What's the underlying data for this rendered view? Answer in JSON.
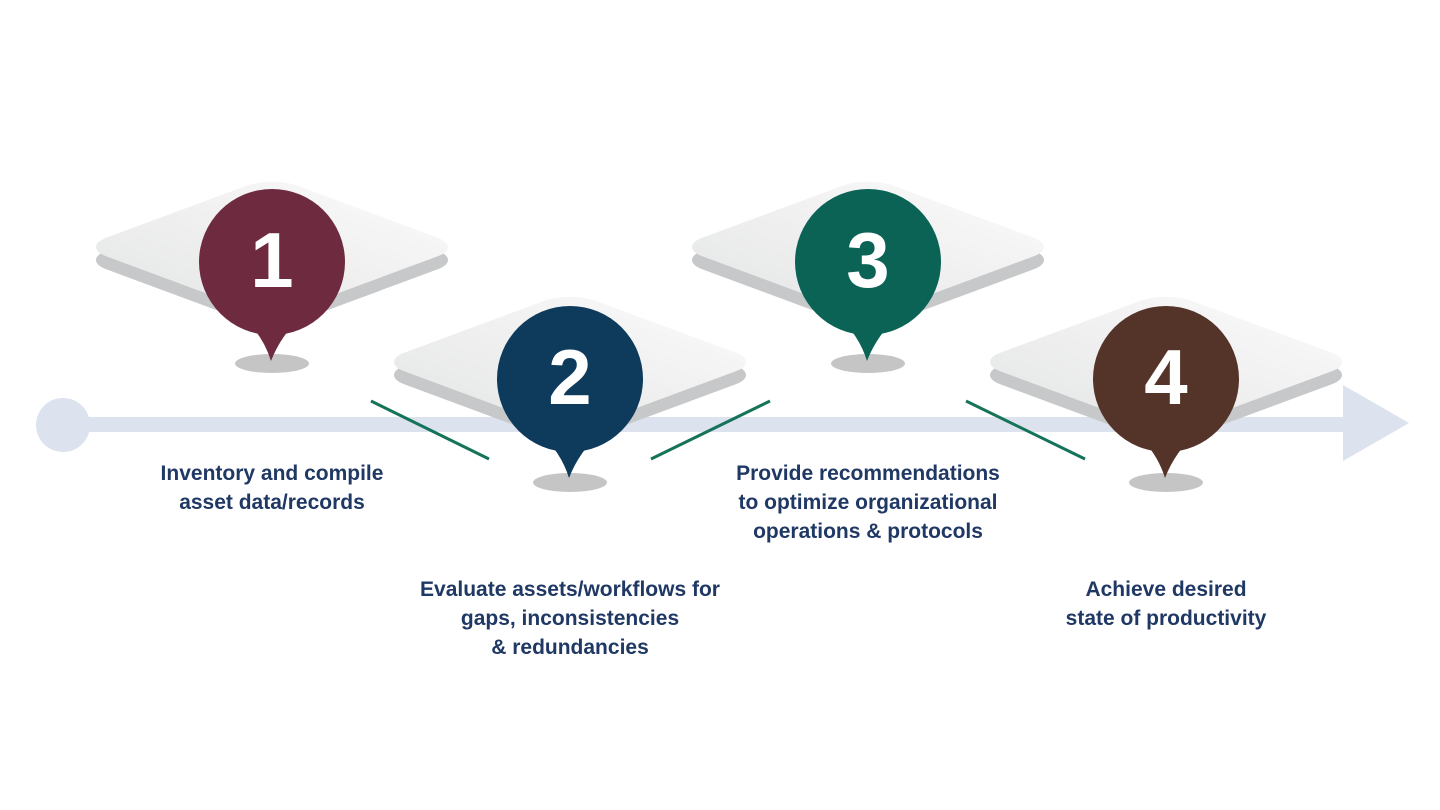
{
  "palette": {
    "background": "#ffffff",
    "track": "#dce2ee",
    "connector": "#15735a",
    "platform_top": "#f2f2f2",
    "platform_side": "#c7c8c9",
    "pin_shadow": "#c5c5c5",
    "label_text": "#1f3864",
    "number_text": "#ffffff"
  },
  "steps": [
    {
      "number": "1",
      "color": "#6e2a3f",
      "lines": [
        "Inventory and compile",
        "asset data/records"
      ]
    },
    {
      "number": "2",
      "color": "#0e3a5c",
      "lines": [
        "Evaluate assets/workflows for",
        "gaps, inconsistencies",
        "& redundancies"
      ]
    },
    {
      "number": "3",
      "color": "#0b6356",
      "lines": [
        "Provide recommendations",
        "to optimize organizational",
        "operations & protocols"
      ]
    },
    {
      "number": "4",
      "color": "#543429",
      "lines": [
        "Achieve desired",
        "state of productivity"
      ]
    }
  ]
}
